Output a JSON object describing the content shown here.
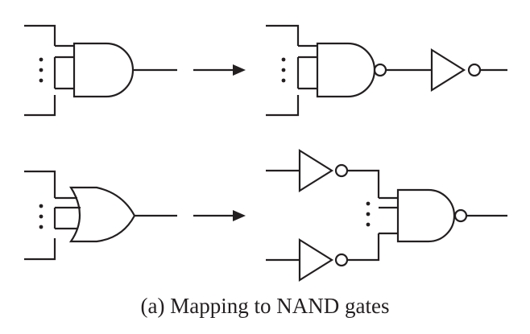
{
  "figure": {
    "caption": "(a) Mapping to NAND gates",
    "colors": {
      "stroke": "#231f20",
      "background": "#ffffff"
    },
    "rows": [
      {
        "name": "and-to-nand-row",
        "before": [
          "and-gate"
        ],
        "after": [
          "nand-gate",
          "inverter"
        ]
      },
      {
        "name": "or-to-nand-row",
        "before": [
          "or-gate"
        ],
        "after": [
          "inverter",
          "inverter",
          "nand-gate"
        ]
      }
    ]
  }
}
